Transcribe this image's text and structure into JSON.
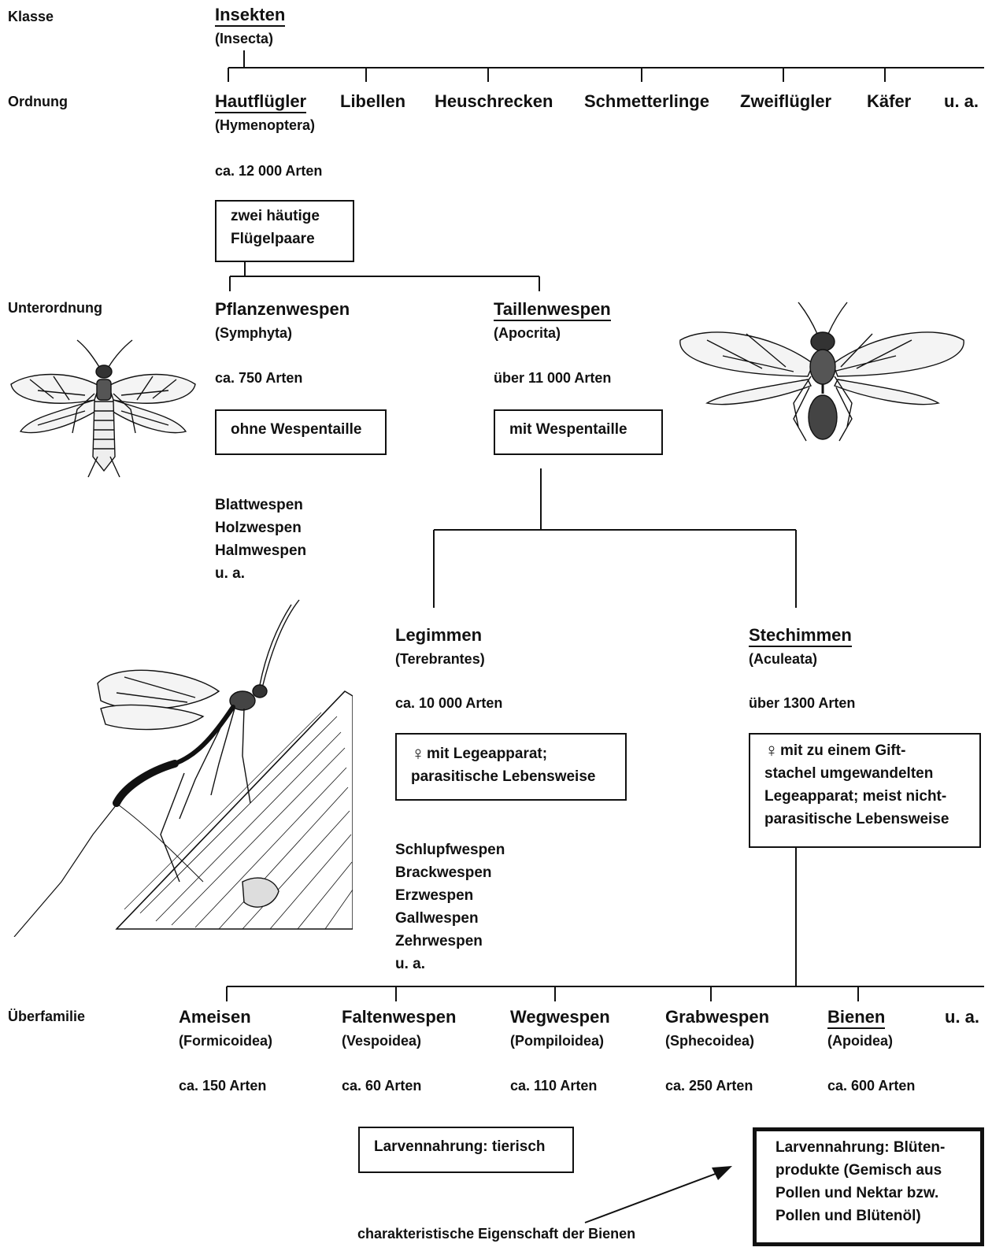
{
  "ranks": {
    "klasse": "Klasse",
    "ordnung": "Ordnung",
    "unterordnung": "Unterordnung",
    "ueberfamilie": "Überfamilie"
  },
  "class": {
    "name": "Insekten",
    "latin": "(Insecta)"
  },
  "orders": {
    "main": {
      "name": "Hautflügler",
      "latin": "(Hymenoptera)",
      "count": "ca. 12 000 Arten",
      "trait": "zwei häutige\nFlügelpaare"
    },
    "others": [
      "Libellen",
      "Heuschrecken",
      "Schmetterlinge",
      "Zweiflügler",
      "Käfer",
      "u. a."
    ]
  },
  "suborders": {
    "symphyta": {
      "name": "Pflanzenwespen",
      "latin": "(Symphyta)",
      "count": "ca. 750 Arten",
      "trait": "ohne Wespentaille",
      "examples": [
        "Blattwespen",
        "Holzwespen",
        "Halmwespen",
        "u. a."
      ]
    },
    "apocrita": {
      "name": "Taillenwespen",
      "latin": "(Apocrita)",
      "count": "über 11 000 Arten",
      "trait": "mit Wespentaille"
    }
  },
  "groups": {
    "terebrantes": {
      "name": "Legimmen",
      "latin": "(Terebrantes)",
      "count": "ca. 10 000 Arten",
      "symbol": "♀",
      "trait_line1": "mit Legeapparat;",
      "trait_line2": "parasitische Lebensweise",
      "examples": [
        "Schlupfwespen",
        "Brackwespen",
        "Erzwespen",
        "Gallwespen",
        "Zehrwespen",
        "u. a."
      ]
    },
    "aculeata": {
      "name": "Stechimmen",
      "latin": "(Aculeata)",
      "count": "über 1300 Arten",
      "symbol": "♀",
      "trait_line1": "mit zu einem Gift-",
      "trait_line2": "stachel umgewandelten",
      "trait_line3": "Legeapparat; meist nicht-",
      "trait_line4": "parasitische Lebensweise"
    }
  },
  "superfamilies": [
    {
      "name": "Ameisen",
      "latin": "(Formicoidea)",
      "count": "ca. 150 Arten"
    },
    {
      "name": "Faltenwespen",
      "latin": "(Vespoidea)",
      "count": "ca. 60 Arten"
    },
    {
      "name": "Wegwespen",
      "latin": "(Pompiloidea)",
      "count": "ca. 110 Arten"
    },
    {
      "name": "Grabwespen",
      "latin": "(Sphecoidea)",
      "count": "ca. 250 Arten"
    },
    {
      "name": "Bienen",
      "latin": "(Apoidea)",
      "count": "ca. 600 Arten"
    }
  ],
  "superfamily_more": "u. a.",
  "larval_food": {
    "animal": "Larvennahrung: tierisch",
    "bees": "Larvennahrung: Blüten-\nprodukte (Gemisch aus\nPollen und Nektar bzw.\nPollen und Blütenöl)"
  },
  "caption": "charakteristische Eigenschaft der Bienen",
  "illustrations": [
    "sawfly-illustration",
    "apocrita-wasp-illustration",
    "ichneumon-wasp-illustration"
  ]
}
